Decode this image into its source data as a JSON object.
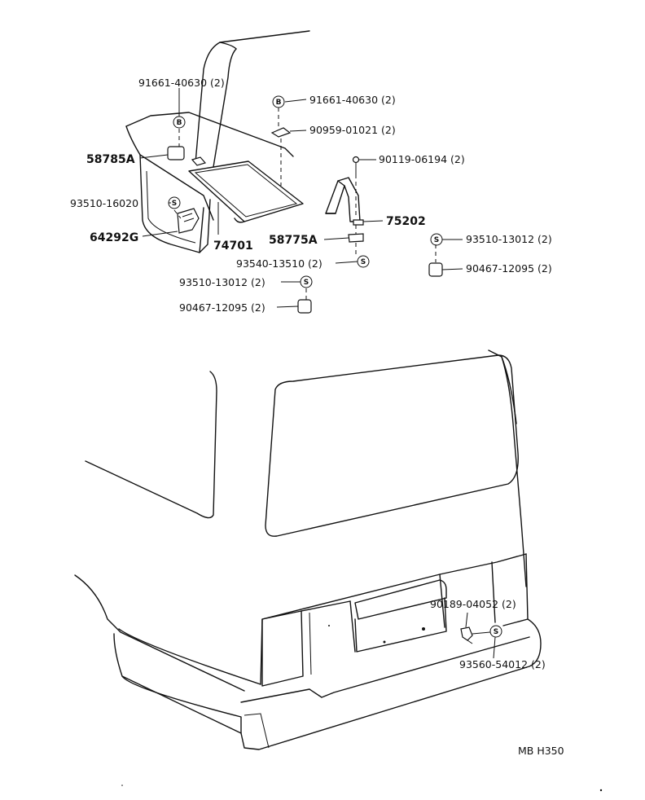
{
  "diagram": {
    "drawing_code": "MB H350",
    "symbols": {
      "bolt": "B",
      "screw": "S"
    },
    "labels": {
      "bolt_91661_left": "91661-40630 (2)",
      "bolt_91661_right": "91661-40630 (2)",
      "clip_90959": "90959-01021 (2)",
      "screw_90119": "90119-06194 (2)",
      "mat_58785a": "58785A",
      "screw_93510_16020": "93510-16020",
      "bracket_64292g": "64292G",
      "seal_74701": "74701",
      "bracket_75202": "75202",
      "plate_58775a": "58775A",
      "screw_93540": "93540-13510 (2)",
      "screw_93510_13012_left": "93510-13012 (2)",
      "nut_90467_left": "90467-12095 (2)",
      "screw_93510_13012_right": "93510-13012 (2)",
      "nut_90467_right": "90467-12095 (2)",
      "screw_90189": "90189-04052 (2)",
      "screw_93560": "93560-54012 (2)"
    }
  }
}
